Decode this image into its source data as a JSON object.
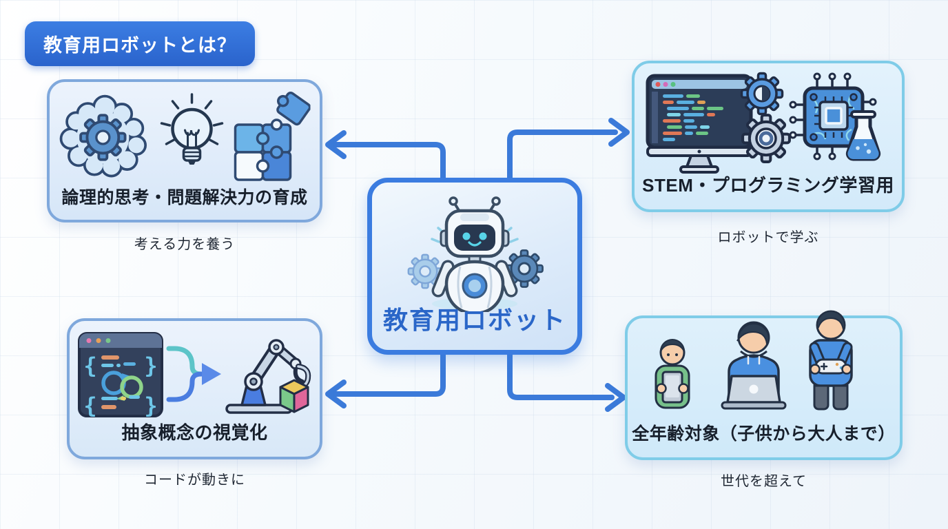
{
  "title_badge": {
    "label": "教育用ロボットとは？"
  },
  "center_node": {
    "label": "教育用ロボット",
    "icons": [
      "robot-mascot-icon",
      "gear-left-icon",
      "gear-right-icon"
    ]
  },
  "nodes": [
    {
      "id": "logic-thinking",
      "position": "top-left",
      "label": "論理的思考・問題解決力の育成",
      "caption": "考える力を養う",
      "icons": [
        "brain-gear-icon",
        "lightbulb-icon",
        "puzzle-icon"
      ]
    },
    {
      "id": "stem-learning",
      "position": "top-right",
      "label": "STEM・プログラミング学習用",
      "caption": "ロボットで学ぶ",
      "icons": [
        "code-monitor-icon",
        "gear-pair-icon",
        "chip-circuit-icon",
        "flask-icon"
      ]
    },
    {
      "id": "abstract-visualization",
      "position": "bottom-left",
      "label": "抽象概念の視覚化",
      "caption": "コードが動きに",
      "icons": [
        "code-window-icon",
        "merge-arrow-icon",
        "robot-arm-icon",
        "color-cube-icon"
      ]
    },
    {
      "id": "all-ages",
      "position": "bottom-right",
      "label": "全年齢対象（子供から大人まで）",
      "caption": "世代を超えて",
      "icons": [
        "child-tablet-icon",
        "teen-laptop-icon",
        "adult-controller-icon"
      ]
    }
  ],
  "connectors": [
    {
      "from": "center",
      "to": "top-left"
    },
    {
      "from": "center",
      "to": "top-right"
    },
    {
      "from": "center",
      "to": "bottom-left"
    },
    {
      "from": "center",
      "to": "bottom-right"
    }
  ],
  "colors": {
    "badge_blue": "#2f6fd8",
    "arrow_blue": "#3b7ad9",
    "center_border": "#3b7ce0",
    "center_label": "#2a66c8",
    "left_box_border": "#7fa8dc",
    "right_box_border": "#7fcce8",
    "box_fill": "#ddeafa",
    "label_text": "#171f2b",
    "background": "#f6f9fc"
  }
}
